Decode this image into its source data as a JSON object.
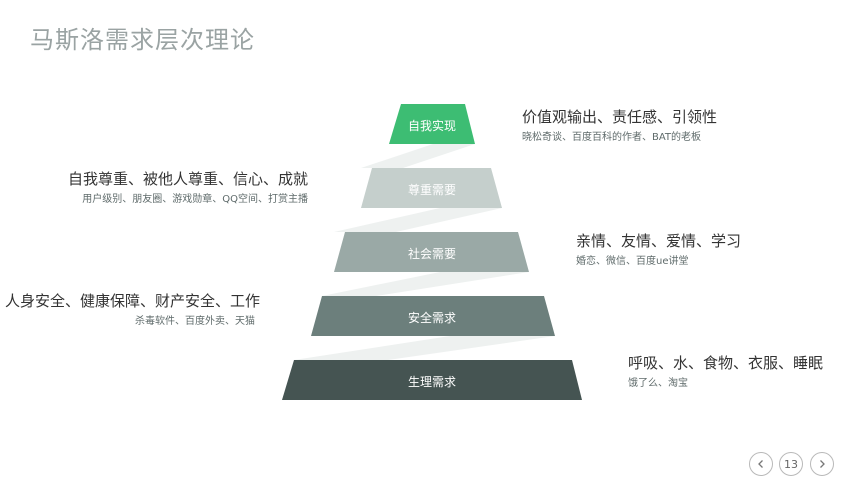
{
  "title": "马斯洛需求层次理论",
  "colors": {
    "level1": "#3dbd73",
    "level2": "#c5cfcc",
    "level3": "#9aa9a6",
    "level4": "#6c7f7c",
    "level5": "#455452",
    "connector": "#eef1f0"
  },
  "levels": [
    {
      "label": "自我实现",
      "note": "价值观输出、责任感、引领性",
      "sub": "晓松奇谈、百度百科的作者、BAT的老板"
    },
    {
      "label": "尊重需要",
      "note": "自我尊重、被他人尊重、信心、成就",
      "sub": "用户级别、朋友圈、游戏勋章、QQ空间、打赏主播"
    },
    {
      "label": "社会需要",
      "note": "亲情、友情、爱情、学习",
      "sub": "婚恋、微信、百度ue讲堂"
    },
    {
      "label": "安全需求",
      "note": "人身安全、健康保障、财产安全、工作",
      "sub": "杀毒软件、百度外卖、天猫"
    },
    {
      "label": "生理需求",
      "note": "呼吸、水、食物、衣服、睡眠",
      "sub": "饿了么、淘宝"
    }
  ],
  "nav": {
    "prev_icon": "chevron-left-icon",
    "page": "13",
    "next_icon": "chevron-right-icon"
  }
}
